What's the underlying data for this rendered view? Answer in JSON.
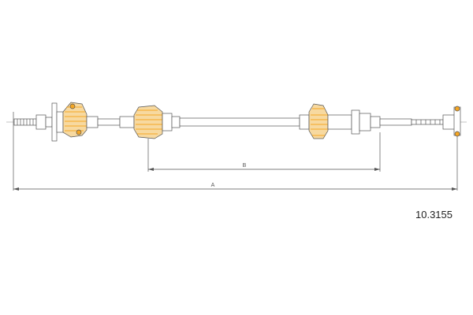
{
  "diagram": {
    "part_number": "10.3155",
    "dimensions": [
      {
        "id": "B",
        "label": "B"
      },
      {
        "id": "A",
        "label": "A"
      }
    ],
    "colors": {
      "line": "#555555",
      "accent": "#f5a623",
      "accent_light": "#f7d9a0"
    }
  }
}
